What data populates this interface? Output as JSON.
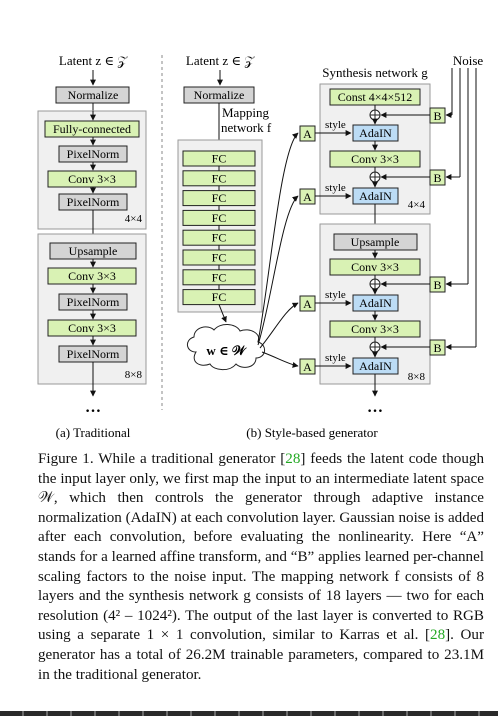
{
  "figure": {
    "traditional": {
      "latent_label": "Latent  z ∈ 𝒵",
      "normalize": "Normalize",
      "fully_connected": "Fully-connected",
      "pixelnorm": "PixelNorm",
      "conv": "Conv 3×3",
      "upsample": "Upsample",
      "res_4": "4×4",
      "res_8": "8×8",
      "ellipsis": "…",
      "subcaption": "(a) Traditional"
    },
    "style_based": {
      "latent_label": "Latent  z ∈ 𝒵",
      "noise_label": "Noise",
      "synthesis_label": "Synthesis network g",
      "normalize": "Normalize",
      "mapping_label_1": "Mapping",
      "mapping_label_2": "network f",
      "fc_blocks": [
        "FC",
        "FC",
        "FC",
        "FC",
        "FC",
        "FC",
        "FC",
        "FC"
      ],
      "w_label": "w ∈ 𝒲",
      "const": "Const 4×4×512",
      "adain": "AdaIN",
      "conv": "Conv 3×3",
      "upsample": "Upsample",
      "a_label": "A",
      "b_label": "B",
      "style_label": "style",
      "res_4": "4×4",
      "res_8": "8×8",
      "ellipsis": "…",
      "subcaption": "(b) Style-based generator"
    },
    "colors": {
      "green_fill": "#d9f2b4",
      "blue_fill": "#bcdcf5",
      "gray_fill": "#d4d4d4",
      "panel_fill": "#f0f0f0",
      "citation": "#22a822"
    }
  },
  "caption": {
    "part1": "Figure 1. While a traditional generator [",
    "ref1": "28",
    "part2": "] feeds the latent code though the input layer only, we first map the input to an intermediate latent space 𝒲, which then controls the generator through adaptive instance normalization (AdaIN) at each convolution layer. Gaussian noise is added after each convolution, before evaluating the nonlinearity. Here “A” stands for a learned affine transform, and “B” applies learned per-channel scaling factors to the noise input. The mapping network f consists of 8 layers and the synthesis network g consists of 18 layers — two for each resolution (4² – 1024²). The output of the last layer is converted to RGB using a separate 1 × 1 convolution, similar to Karras et al. [",
    "ref2": "28",
    "part3": "]. Our generator has a total of 26.2M trainable parameters, compared to 23.1M in the traditional generator."
  }
}
